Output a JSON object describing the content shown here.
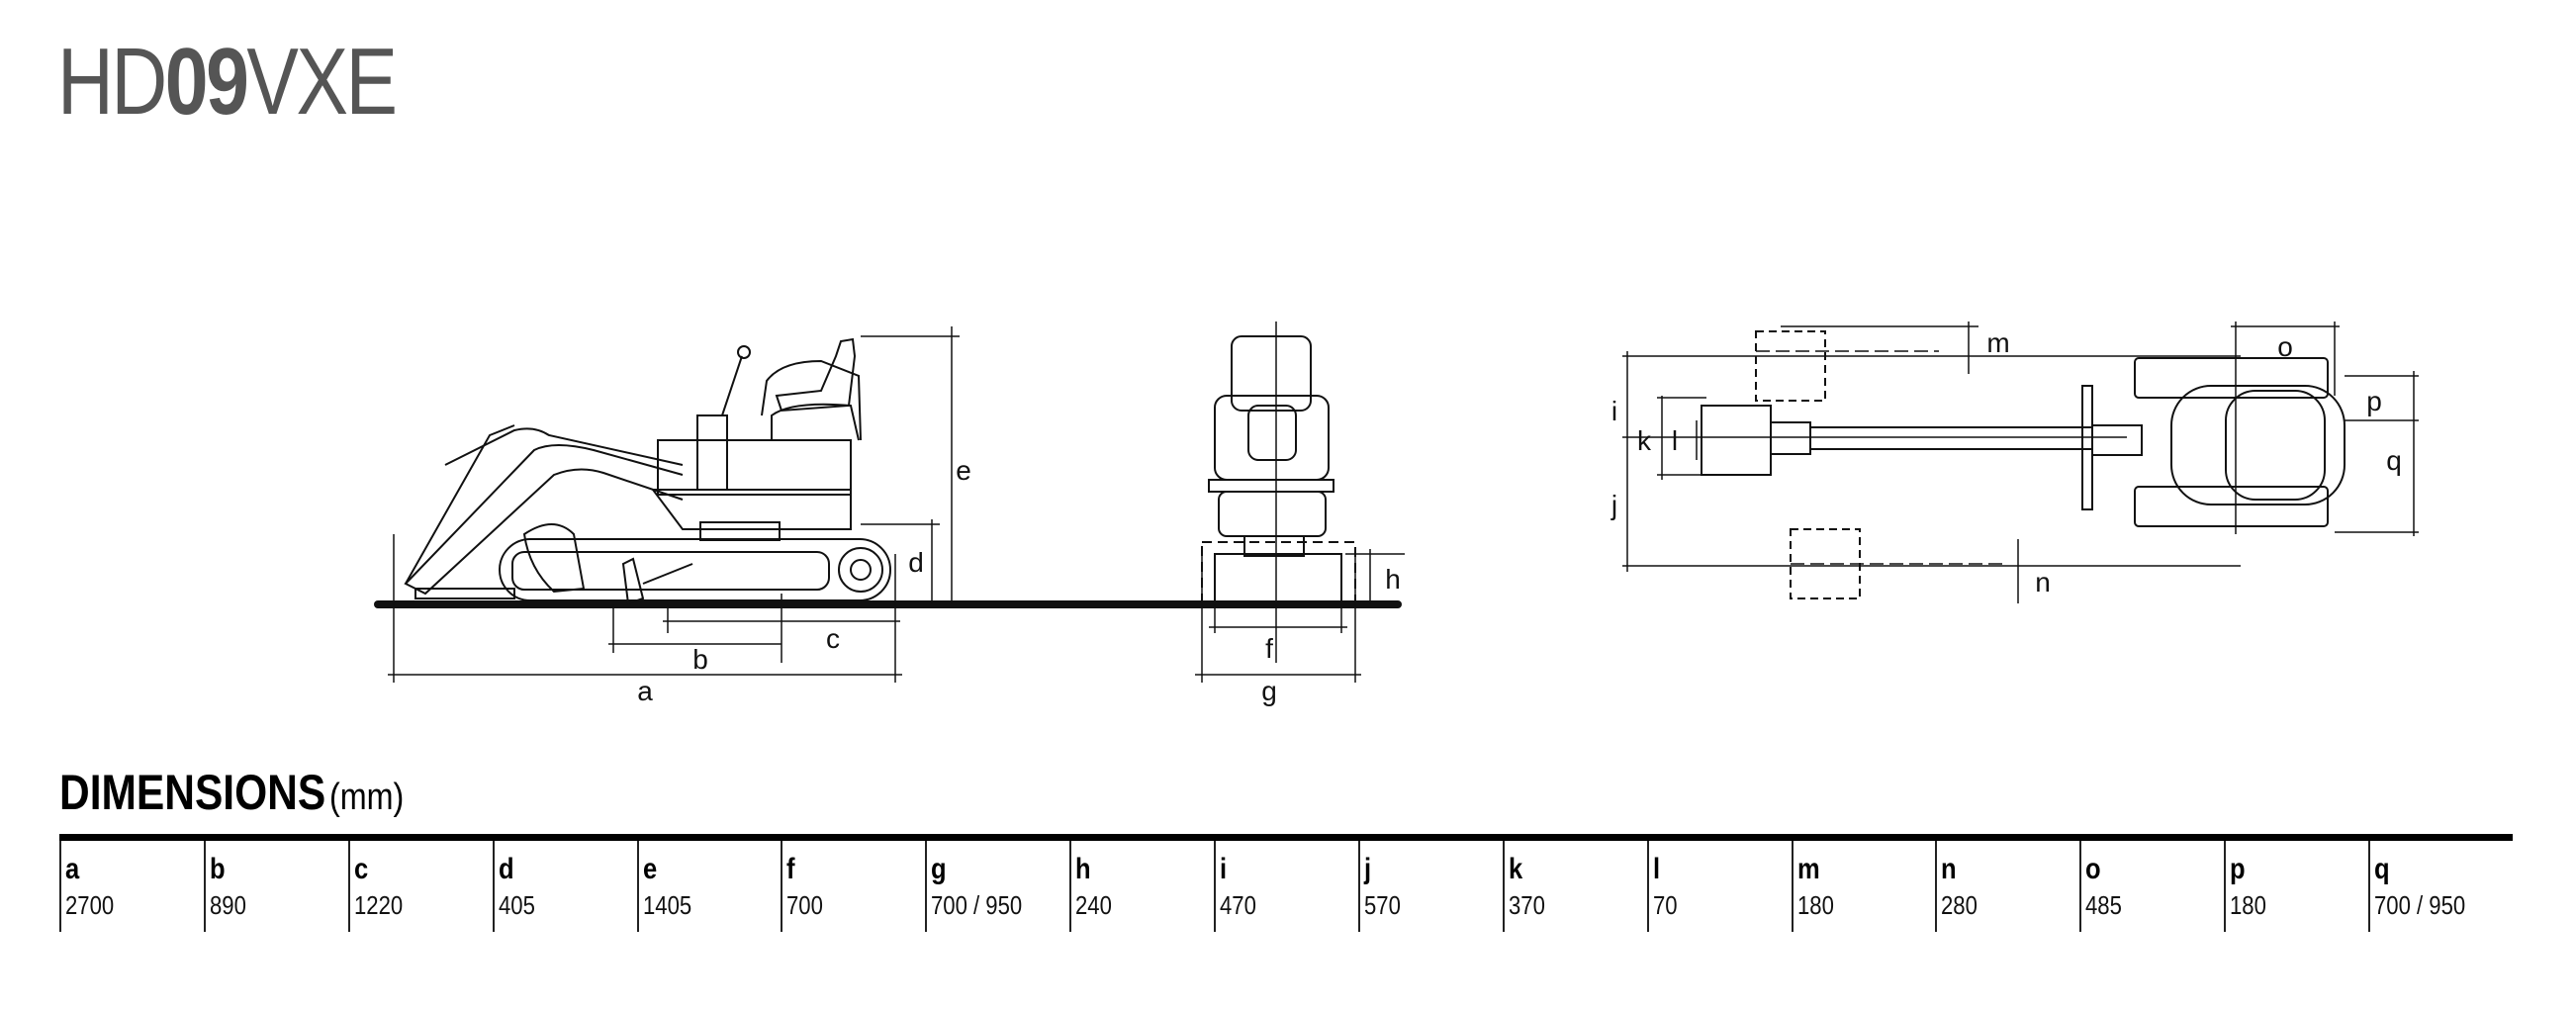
{
  "title": {
    "prefix": "HD",
    "bold": "09",
    "suffix": "VXE"
  },
  "diagram_labels": [
    "a",
    "b",
    "c",
    "d",
    "e",
    "f",
    "g",
    "h",
    "i",
    "j",
    "k",
    "l",
    "m",
    "n",
    "o",
    "p",
    "q"
  ],
  "dimensions": {
    "heading": "DIMENSIONS",
    "unit": "(mm)",
    "columns": [
      {
        "key": "a",
        "value": "2700"
      },
      {
        "key": "b",
        "value": "890"
      },
      {
        "key": "c",
        "value": "1220"
      },
      {
        "key": "d",
        "value": "405"
      },
      {
        "key": "e",
        "value": "1405"
      },
      {
        "key": "f",
        "value": "700"
      },
      {
        "key": "g",
        "value": "700 / 950"
      },
      {
        "key": "h",
        "value": "240"
      },
      {
        "key": "i",
        "value": "470"
      },
      {
        "key": "j",
        "value": "570"
      },
      {
        "key": "k",
        "value": "370"
      },
      {
        "key": "l",
        "value": "70"
      },
      {
        "key": "m",
        "value": "180"
      },
      {
        "key": "n",
        "value": "280"
      },
      {
        "key": "o",
        "value": "485"
      },
      {
        "key": "p",
        "value": "180"
      },
      {
        "key": "q",
        "value": "700 / 950"
      }
    ]
  }
}
